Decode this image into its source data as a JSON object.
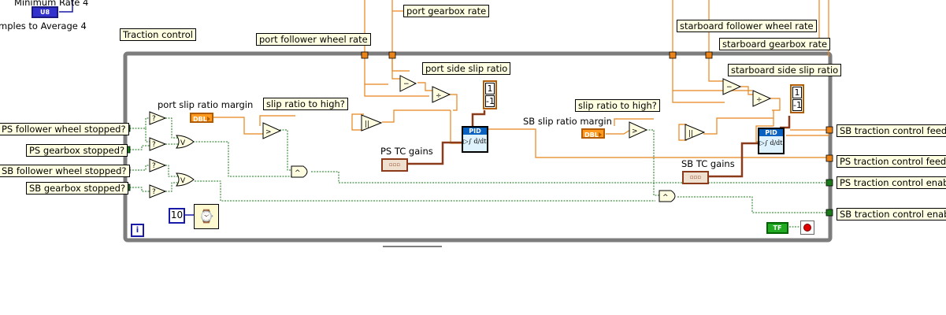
{
  "labels": {
    "minimum_rate": "Minimum Rate 4",
    "samples_to_average": "mples to Average 4",
    "traction_control": "Traction control",
    "port_follower_wheel_rate": "port follower wheel rate",
    "port_gearbox_rate": "port gearbox rate",
    "port_side_slip_ratio": "port side slip ratio",
    "starboard_follower_wheel_rate": "starboard follower wheel rate",
    "starboard_gearbox_rate": "starboard gearbox rate",
    "starboard_side_slip_ratio": "starboard side slip ratio",
    "port_slip_ratio_margin": "port slip ratio margin",
    "slip_ratio_to_high_port": "slip ratio to high?",
    "slip_ratio_to_high_sb": "slip ratio to high?",
    "sb_slip_ratio_margin": "SB slip ratio margin",
    "ps_tc_gains": "PS TC gains",
    "sb_tc_gains": "SB TC gains",
    "ps_follower_wheel_stopped": "PS follower wheel stopped?",
    "ps_gearbox_stopped": "PS gearbox stopped?",
    "sb_follower_wheel_stopped": "SB follower wheel stopped?",
    "sb_gearbox_stopped": "SB gearbox stopped?",
    "sb_traction_control_feed": "SB traction control feed",
    "ps_traction_control_feed": "PS traction control feed",
    "ps_traction_control_enable": "PS traction control enable",
    "sb_traction_control_enable": "SB traction control enable"
  },
  "constants": {
    "wait_ms": "10",
    "array_top": "1",
    "array_bottom": "-1",
    "u8": "U8",
    "dbl": "DBL",
    "tf": "TF",
    "pid_title": "PID",
    "iteration": "i"
  },
  "colors": {
    "orange_wire": "#e8841a",
    "green_wire": "#1a7a1a",
    "brown_wire": "#8b3a1a",
    "loop_border": "#808080",
    "label_bg": "#ffffe1",
    "numeric_blue": "#1a1aa8"
  },
  "icons": [
    "stopwatch-icon",
    "stop-button-icon",
    "pid-icon",
    "comparison-icon",
    "divide-icon",
    "subtract-icon",
    "abs-icon",
    "and-icon",
    "or-icon"
  ]
}
